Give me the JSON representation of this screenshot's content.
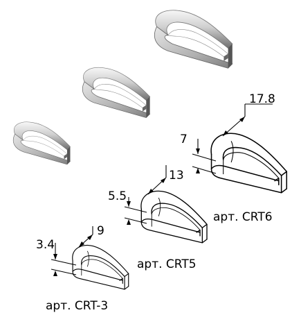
{
  "labels": {
    "large": {
      "name": "арт. CRT6",
      "width": "17.8",
      "height": "7"
    },
    "medium": {
      "name": "арт. CRT5",
      "width": "13",
      "height": "5.5"
    },
    "small": {
      "name": "арт. CRT-3",
      "width": "9",
      "height": "3.4"
    }
  }
}
